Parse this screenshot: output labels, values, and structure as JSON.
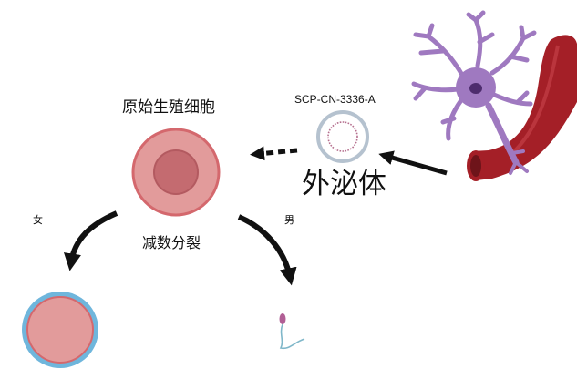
{
  "labels": {
    "primordial_germ_cell": "原始生殖细胞",
    "meiosis": "减数分裂",
    "female": "女",
    "male": "男",
    "exosome_source": "SCP-CN-3336-A",
    "exosome": "外泌体"
  },
  "colors": {
    "cell_fill": "#e29b9b",
    "cell_stroke": "#d4686d",
    "nucleus": "#c46b70",
    "egg_ring": "#6fb6dc",
    "exosome_ring": "#b5c2cf",
    "exosome_inner": "#b56f8e",
    "neuron": "#9f79c0",
    "neuron_nucleus": "#4d2c6d",
    "vessel": "#a41f27",
    "vessel_dark": "#6e141a",
    "arrow": "#111111"
  },
  "icons": {
    "neuron": "neuron-icon",
    "blood_vessel": "blood-vessel-icon",
    "sperm": "sperm-icon",
    "egg": "egg-cell-icon",
    "exosome": "exosome-icon",
    "germ_cell": "germ-cell-icon"
  }
}
